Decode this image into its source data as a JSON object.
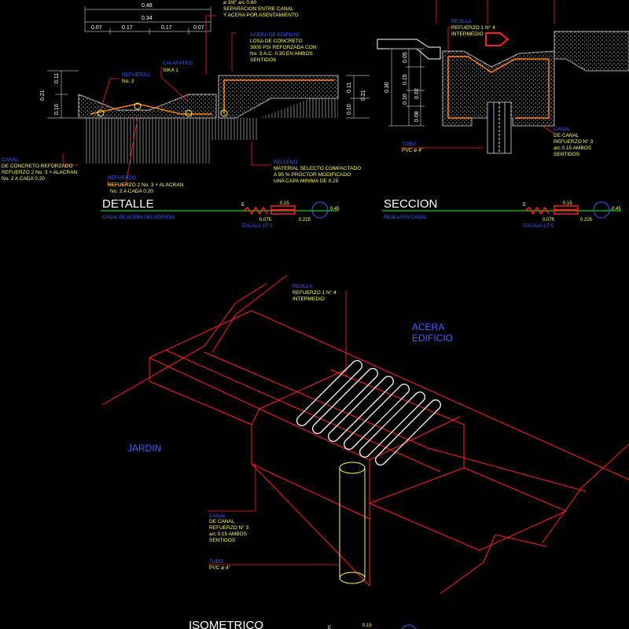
{
  "colors": {
    "background": "#000000",
    "red": "#ff2020",
    "yellow": "#ffff40",
    "white": "#ffffff",
    "green": "#20ff20",
    "blue": "#4060ff",
    "gray": "#b0b0b0"
  },
  "detalle": {
    "dims": {
      "total": "0.48",
      "inner": "0.34",
      "d007a": "0.07",
      "d017a": "0.17",
      "d017b": "0.17",
      "d007b": "0.07",
      "h021l": "0.21",
      "h011l": "0.11",
      "h010l": "0.10",
      "h011r": "0.11",
      "h010r": "0.10",
      "h021r": "0.21"
    },
    "notes": {
      "top1": "ø 3/8\" a/c 0.60",
      "top2": "SEPARACION ENTRE CANAL",
      "top3": "Y ACERA POR ASENTAMIENTO",
      "losa_title": "ACERA DE EDIFICIO",
      "losa1": "LOSA DE CONCRETO",
      "losa2": "3000 PSI REFORZADA CON",
      "losa3": "No. 3 A.C. 0.30 EN AMBOS",
      "losa4": "SENTIDOS",
      "calafateo": "CALAFATEO",
      "sika": "SIKA 1",
      "refuerzo_title": "REFUERZO",
      "refuerzo_no": "No. 3",
      "canal_title": "CANAL",
      "canal1": "DE CONCRETO REFORZADO",
      "canal2": "REFUERZO 2 No. 3 + ALACRAN",
      "canal3": "No. 2 A CADA 0.20",
      "ref2_title": "REFUERZO",
      "ref2_1": "REFUERZO 2 No. 3 + ALACRAN",
      "ref2_2": "No. 2 A CADA 0.20",
      "relleno_title": "RELLENO",
      "relleno1": "MATERIAL SELECTO COMPACTADO",
      "relleno2": "A 95 %  PROCTOR MODIFICADO",
      "relleno3": "UNA CAPA MINIMA DE 0.25"
    },
    "title": "DETALLE",
    "subtitle": "CANAL DE ACERA DEL EDIFICIO",
    "escala": "ESCALA 1/7.5"
  },
  "seccion": {
    "dims": {
      "h030": "0.30",
      "h005": "0.05",
      "h015": "0.15",
      "h002": "0.02",
      "h010": "0.10",
      "h008": "0.08"
    },
    "notes": {
      "rejilla_title": "REJILLA",
      "rejilla1": "REFUERZO 1 N° 4",
      "rejilla2": "INTERMEDIO",
      "canal_title": "CANAL",
      "canal1": "DE CANAL",
      "canal2": "REFUERZO N° 3",
      "canal3": "a/c 0.15 AMBOS",
      "canal4": "SENTIDOS",
      "tubo_title": "TUBO",
      "tubo1": "PVC ø 4\""
    },
    "title": "SECCION",
    "subtitle": "REJILLA EN CANAL",
    "escala": "ESCALA 1/7.5"
  },
  "isometrico": {
    "rejilla_title": "REJILLA",
    "rejilla1": "REFUERZO 1 N° 4",
    "rejilla2": "INTERMEDIO",
    "acera1": "ACERA",
    "acera2": "EDIFICIO",
    "jardin": "JARDIN",
    "canal_title": "CANAL",
    "canal1": "DE CANAL",
    "canal2": "REFUERZO N° 3",
    "canal3": "a/c 0.15 AMBOS",
    "canal4": "SENTIDOS",
    "tubo_title": "TUBO",
    "tubo1": "PVC ø 4\"",
    "title": "ISOMETRICO"
  },
  "scale_bar": {
    "e": "E",
    "v1": "0.15",
    "v2": "0.075",
    "v3": "0.225",
    "v4": "0.45"
  }
}
